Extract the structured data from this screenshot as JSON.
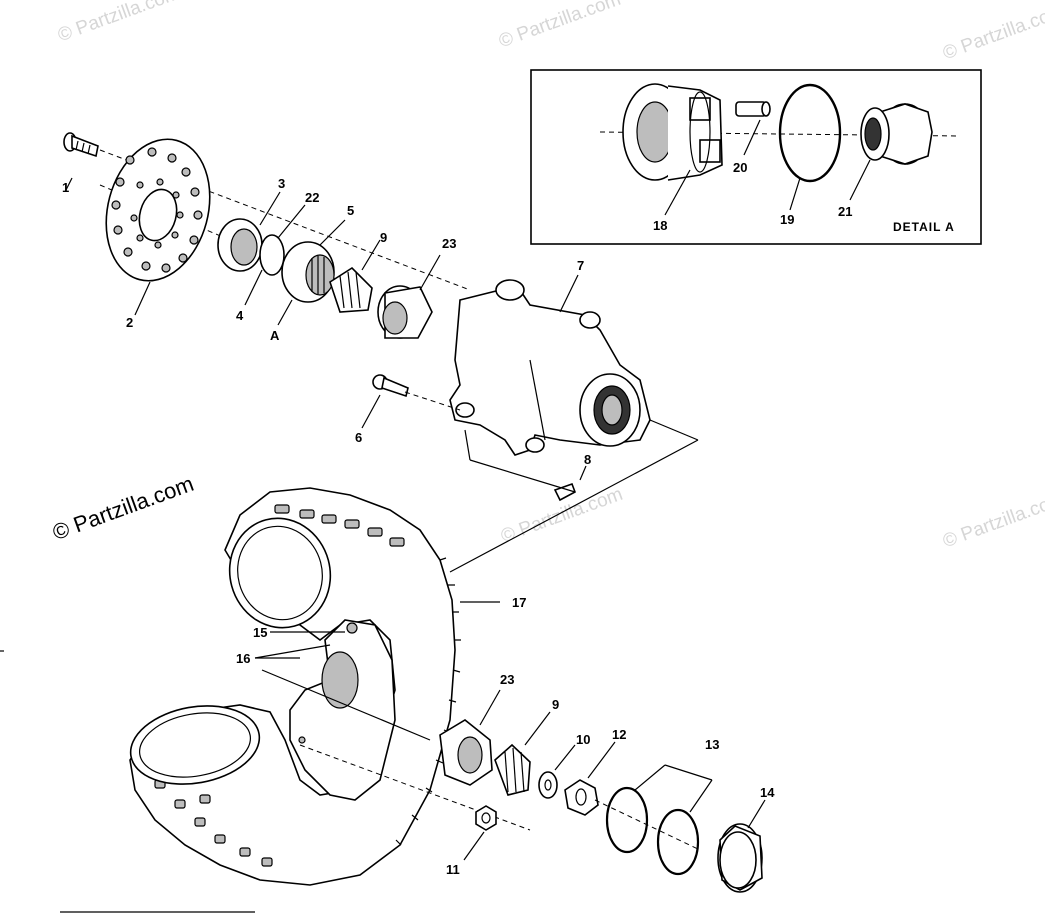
{
  "watermarks": {
    "light": [
      "© Partzilla.com",
      "© Partzilla.com",
      "© Partzilla.com",
      "© Partzilla.com",
      "© Partzilla.com"
    ],
    "dark": "© Partzilla.com"
  },
  "detail": {
    "title": "DETAIL A",
    "labels": [
      "18",
      "19",
      "20",
      "21"
    ]
  },
  "callouts": {
    "c1": "1",
    "c2": "2",
    "c3": "3",
    "c4": "4",
    "c5": "5",
    "c22": "22",
    "cA": "A",
    "c9a": "9",
    "c23a": "23",
    "c7": "7",
    "c6": "6",
    "c8": "8",
    "c17": "17",
    "c15": "15",
    "c16": "16",
    "c23b": "23",
    "c9b": "9",
    "c10": "10",
    "c12": "12",
    "c13": "13",
    "c14": "14",
    "c11": "11"
  }
}
